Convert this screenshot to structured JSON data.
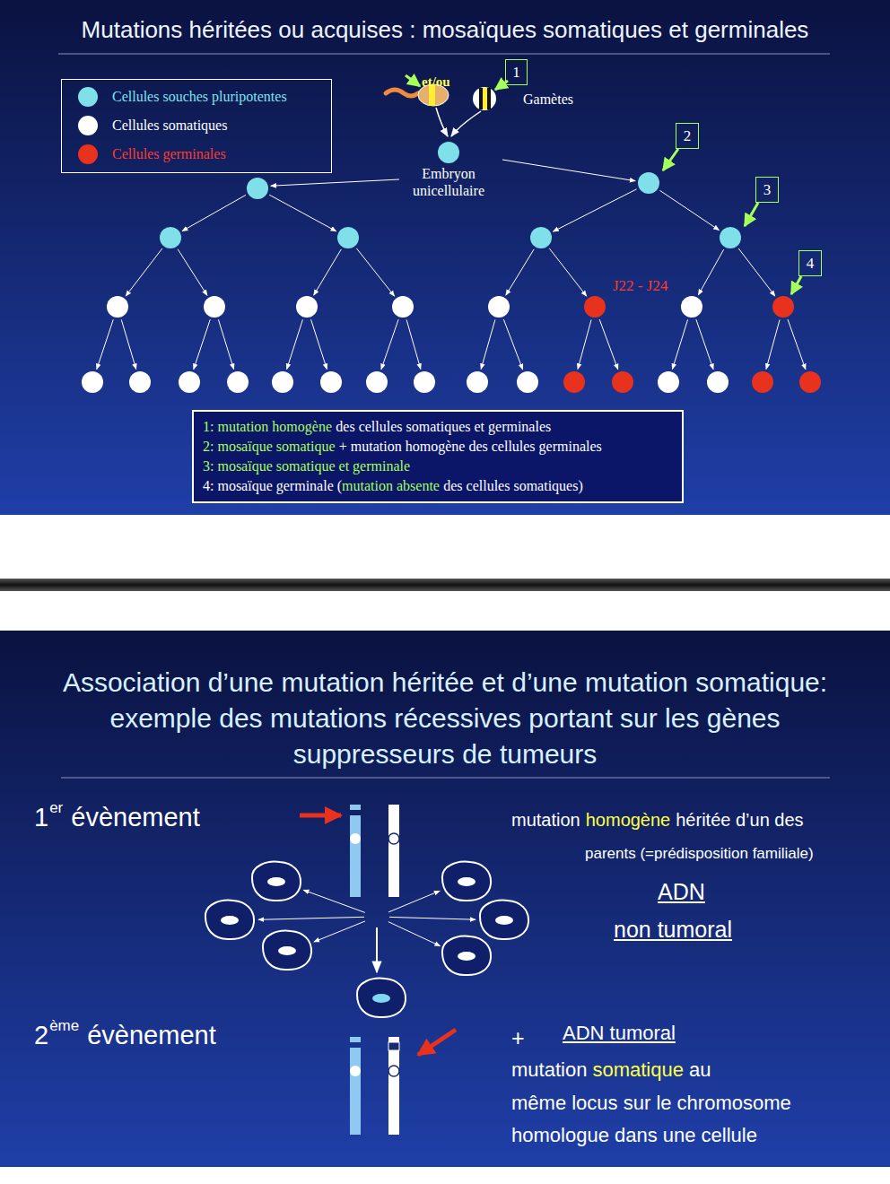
{
  "diagram": {
    "title": "Mutations héritées ou acquises : mosaïques somatiques et germinales",
    "nodes": [
      {
        "text": [
          "1: mutation homogène",
          "des cellules somatiques et germinales",
          "2: mosaïque somatique",
          "+ mutation homogène des cellules germinales",
          "3: mosaïque somatique et germinale",
          "4: mosaïque germinale (",
          "mutation absente",
          "des cellules somatiques)"
        ]
      },
      {
        "text": [
          "1"
        ]
      },
      {
        "text": [
          "2"
        ]
      },
      {
        "text": [
          "3"
        ]
      },
      {
        "text": [
          "4"
        ]
      }
    ],
    "labels": [
      "et/ou",
      "Gamètes",
      "Embryon unicellulaire",
      "J22 - J24",
      "Association d’une mutation héritée et d’une mutation somatique: exemple des mutations récessives portant sur les gènes suppresseurs de tumeurs",
      "1",
      "er",
      "évènement",
      "2",
      "ème",
      "évènement",
      "mutation",
      "homogène",
      "héritée d’un des",
      "parents (=prédisposition familiale)",
      "ADN",
      "non tumoral",
      "+",
      "ADN tumoral",
      "mutation",
      "somatique",
      "au",
      "même locus sur le chromosome",
      "homologue dans une cellule"
    ],
    "legend": [
      {
        "text": "Cellules souches pluripotentes",
        "color": "#7fe0ea"
      },
      {
        "text": "Cellules somatiques",
        "color": "#ffffff"
      },
      {
        "text": "Cellules germinales",
        "color": "#e8321e"
      }
    ]
  }
}
